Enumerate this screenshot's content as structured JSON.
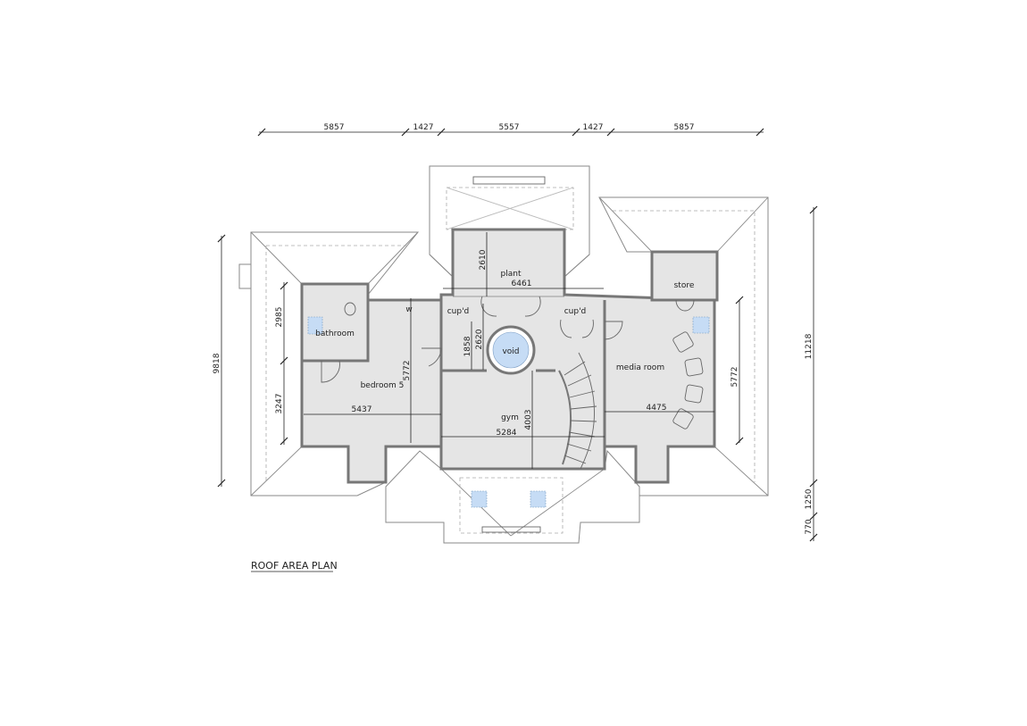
{
  "drawing": {
    "title": "ROOF AREA PLAN",
    "rooms": {
      "plant": "plant",
      "cupd_left": "cup'd",
      "cupd_right": "cup'd",
      "bathroom": "bathroom",
      "bedroom": "bedroom 5",
      "void": "void",
      "gym": "gym",
      "media": "media room",
      "store": "store",
      "wardrobe": "w"
    },
    "top_dimensions": [
      "5857",
      "1427",
      "5557",
      "1427",
      "5857"
    ],
    "right_dimensions": [
      "11218",
      "1250",
      "770"
    ],
    "left_dimensions": {
      "overall": "9818",
      "upper": "2985",
      "lower": "3247"
    },
    "inner_dimensions": {
      "plant_depth": "2610",
      "plant_width": "6461",
      "bedroom_depth": "5772",
      "bedroom_width": "5437",
      "void_a": "1858",
      "void_b": "2620",
      "gym_width": "5284",
      "gym_depth": "4003",
      "media_width": "4475",
      "media_depth": "5772"
    },
    "colors": {
      "room_fill": "#e5e5e5",
      "wall": "#777777",
      "skylight": "#c6dcf5"
    }
  }
}
